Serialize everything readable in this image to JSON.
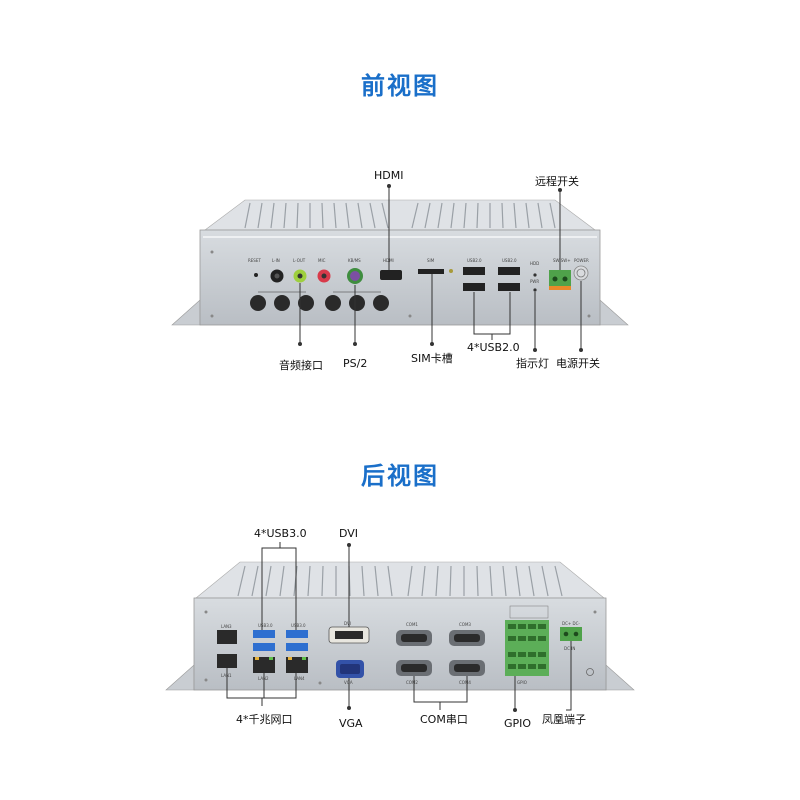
{
  "front": {
    "title": "前视图",
    "labels": {
      "hdmi": "HDMI",
      "remote_switch": "远程开关",
      "audio": "音频接口",
      "ps2": "PS/2",
      "sim": "SIM卡槽",
      "usb2": "4*USB2.0",
      "indicator": "指示灯",
      "power_switch": "电源开关"
    },
    "panel_text": {
      "reset": "RESET",
      "lin": "L-IN",
      "lout": "L-OUT",
      "mic": "MIC",
      "kbms": "KB/MS",
      "hdmi": "HDMI",
      "sim": "SIM",
      "usb1": "USB2.0",
      "usb2": "USB2.0",
      "hdd": "HDD",
      "pwr": "PWR",
      "swsw": "SW SW+",
      "power": "POWER",
      "sw": "SW"
    }
  },
  "rear": {
    "title": "后视图",
    "labels": {
      "usb3": "4*USB3.0",
      "dvi": "DVI",
      "lan": "4*千兆网口",
      "vga": "VGA",
      "com": "COM串口",
      "gpio": "GPIO",
      "phoenix": "凤凰端子"
    },
    "panel_text": {
      "lan3": "LAN3",
      "lan1": "LAN1",
      "lan2": "LAN2",
      "lan4": "LAN4",
      "usb30a": "USB3.0",
      "usb30b": "USB3.0",
      "dvi": "DVI",
      "vga": "VGA",
      "com1": "COM1",
      "com2": "COM2",
      "com3": "COM3",
      "com4": "COM4",
      "gpio": "GPIO",
      "dcin": "DC+ DC-",
      "dc": "DC IN"
    }
  },
  "colors": {
    "title": "#1a6fc9",
    "panel": "#cfd3d8",
    "line": "#333333"
  }
}
